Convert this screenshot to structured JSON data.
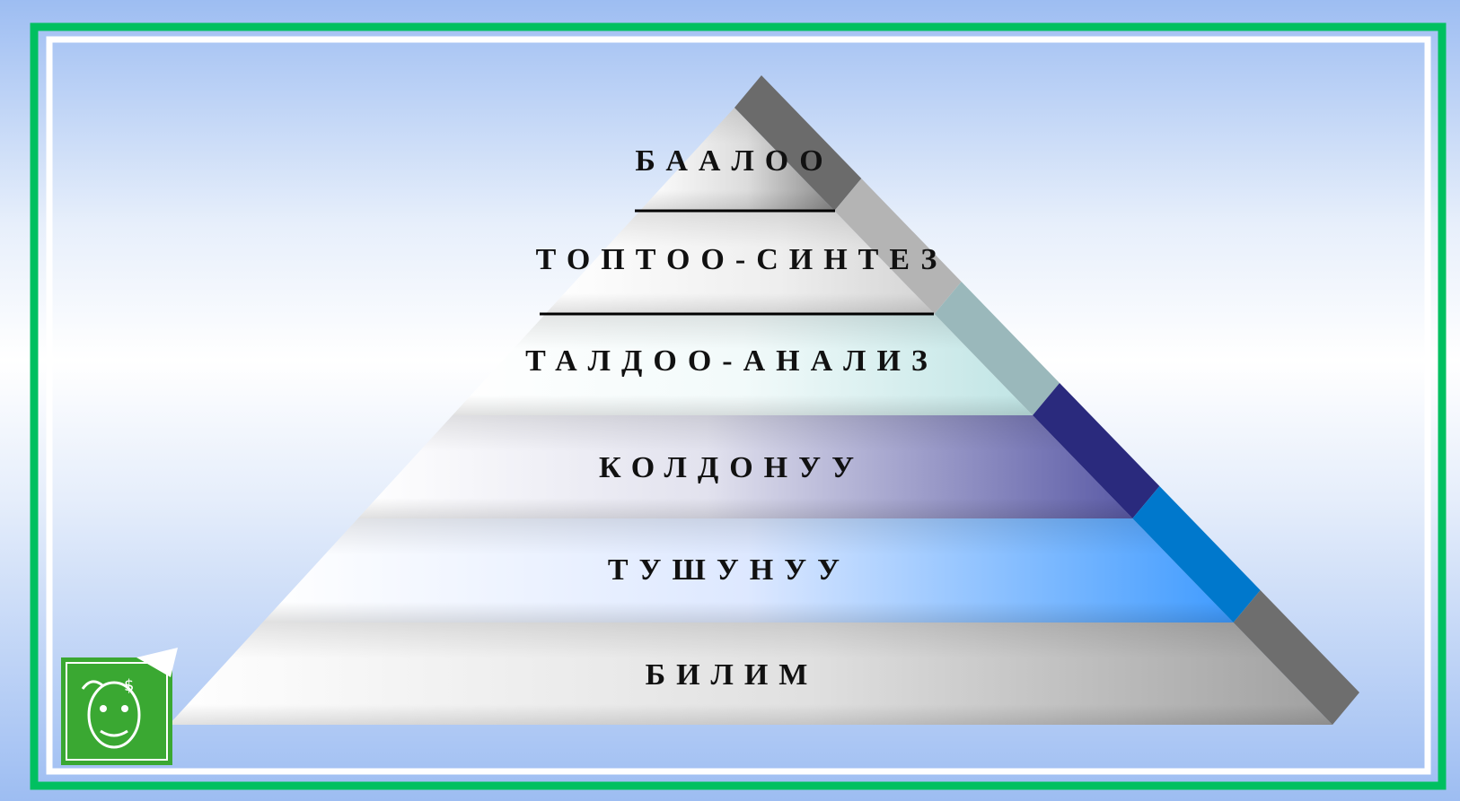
{
  "pyramid": {
    "levels": [
      {
        "label": "БААЛОО",
        "side_color": "#6b6b6b"
      },
      {
        "label": "ТОПТОО-СИНТЕЗ",
        "side_color": "#b4b4b4"
      },
      {
        "label": "ТАЛДОО-АНАЛИЗ",
        "side_color": "#9ab8bb"
      },
      {
        "label": "КОЛДОНУУ",
        "side_color": "#2a2a7d"
      },
      {
        "label": "ТУШУНУУ",
        "side_color": "#0078cc"
      },
      {
        "label": "БИЛИМ",
        "side_color": "#6e6e6e"
      }
    ]
  },
  "colors": {
    "frame_green": "#00c060",
    "background_blue": "#9dbdf2"
  },
  "corner_icon": "face-logo-icon"
}
